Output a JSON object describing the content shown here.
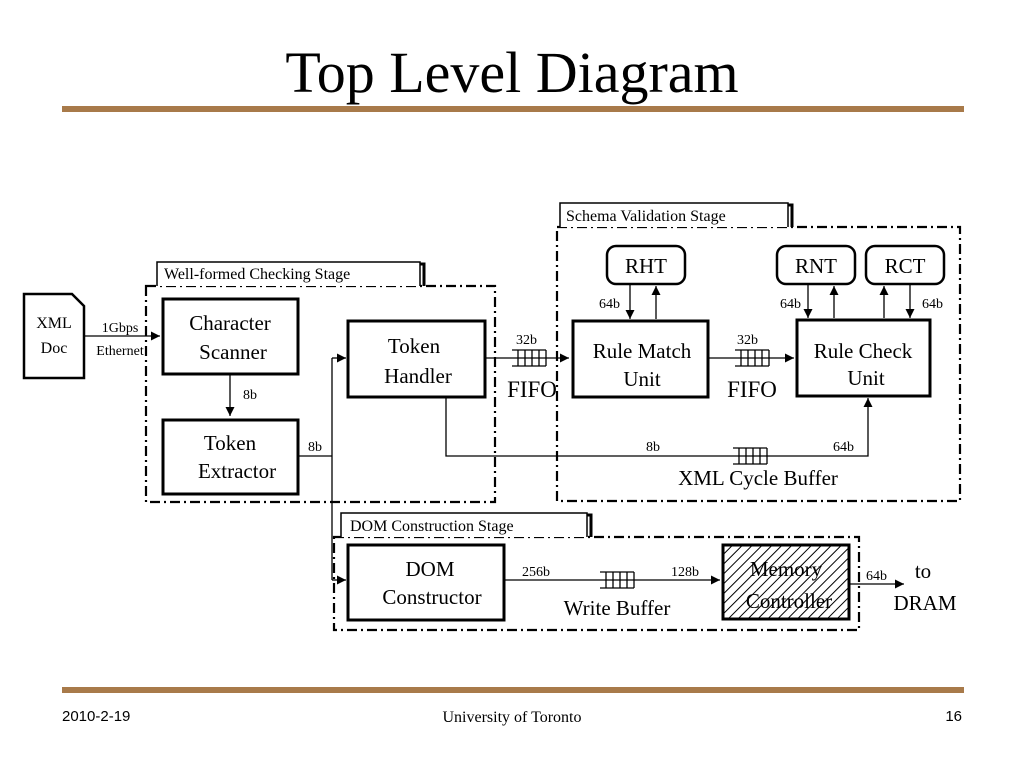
{
  "title": "Top Level Diagram",
  "footer": {
    "date": "2010-2-19",
    "org": "University of Toronto",
    "page": "16"
  },
  "diagram": {
    "stages": {
      "wellformed": "Well-formed Checking Stage",
      "schema": "Schema Validation Stage",
      "dom": "DOM Construction Stage"
    },
    "blocks": {
      "xml_doc": [
        "XML",
        "Doc"
      ],
      "char_scanner": [
        "Character",
        "Scanner"
      ],
      "token_extractor": [
        "Token",
        "Extractor"
      ],
      "token_handler": [
        "Token",
        "Handler"
      ],
      "rule_match": [
        "Rule Match",
        "Unit"
      ],
      "rule_check": [
        "Rule Check",
        "Unit"
      ],
      "rht": "RHT",
      "rnt": "RNT",
      "rct": "RCT",
      "dom_constructor": [
        "DOM",
        "Constructor"
      ],
      "memory_controller": [
        "Memory",
        "Controller"
      ]
    },
    "labels": {
      "input_rate": "1Gbps",
      "input_medium": "Ethernet",
      "cs_te_width": "8b",
      "te_out_width": "8b",
      "th_fifo_width": "32b",
      "fifo1": "FIFO",
      "rm_fifo_width": "32b",
      "fifo2": "FIFO",
      "rht_width": "64b",
      "rnt_width": "64b",
      "rct_width": "64b",
      "cycle_in_width": "8b",
      "cycle_out_width": "64b",
      "cycle_buffer": "XML Cycle Buffer",
      "dom_wb_width": "256b",
      "wb_mc_width": "128b",
      "write_buffer": "Write  Buffer",
      "mc_out_width": "64b",
      "dram": [
        "to",
        "DRAM"
      ]
    }
  }
}
